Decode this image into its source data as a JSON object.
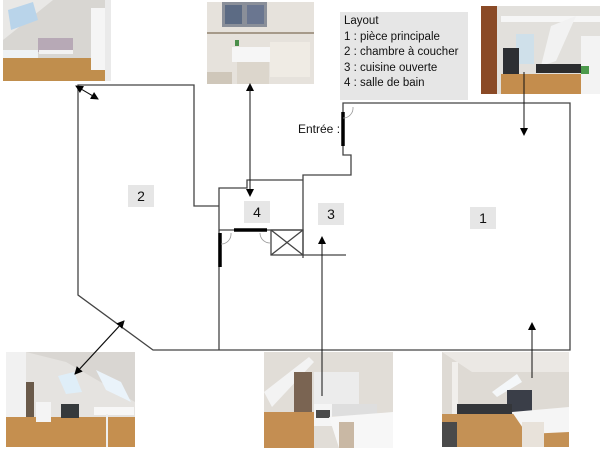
{
  "legend": {
    "title": "Layout",
    "items": [
      "1 : pièce principale",
      "2 : chambre à coucher",
      "3 : cuisine ouverte",
      "4 : salle de bain"
    ]
  },
  "rooms": [
    {
      "id": "1",
      "label": "1",
      "name": "pièce principale"
    },
    {
      "id": "2",
      "label": "2",
      "name": "chambre à coucher"
    },
    {
      "id": "3",
      "label": "3",
      "name": "cuisine ouverte"
    },
    {
      "id": "4",
      "label": "4",
      "name": "salle de bain"
    }
  ],
  "entrance_label": "Entrée :",
  "photos": [
    {
      "id": "bedroom-top",
      "depicts": "bedroom with skylight, bed and desk"
    },
    {
      "id": "bathroom-top",
      "depicts": "bathroom with sink, mirror and bathtub"
    },
    {
      "id": "main-room-top",
      "depicts": "main room with beams and sofa"
    },
    {
      "id": "bedroom-bottom",
      "depicts": "bedroom with skylights and table"
    },
    {
      "id": "kitchen-bottom",
      "depicts": "open kitchen with oven and counter"
    },
    {
      "id": "main-room-bottom",
      "depicts": "main room with table and sofa"
    }
  ],
  "colors": {
    "wall": "#333333",
    "door": "#000000",
    "label_bg": "#e6e6e6",
    "legend_bg": "#e6e6e6"
  }
}
